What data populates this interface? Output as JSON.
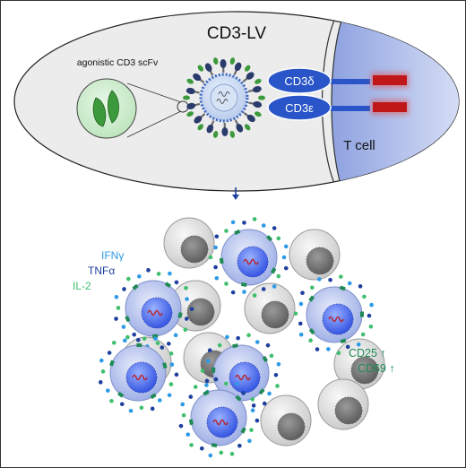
{
  "top_panel": {
    "title": "CD3-LV",
    "scfv_label": "agonistic CD3 scFv",
    "cd3_delta": "CD3δ",
    "cd3_epsilon": "CD3ε",
    "t_cell": "T cell"
  },
  "bottom_panel": {
    "legend": {
      "ifn": "IFNγ",
      "tnf": "TNFα",
      "il2": "IL-2"
    },
    "markers": {
      "cd25": "CD25 ↑",
      "cd69": "CD69 ↑"
    }
  },
  "colors": {
    "lv_fill": "#ececec",
    "tcell_blue": "#a9b8e6",
    "receptor_blue": "#2a55c8",
    "signal_red": "#c01818",
    "ifn_color": "#2e9ae6",
    "tnf_color": "#1d3f9e",
    "il2_color": "#3fbf6e",
    "marker_green": "#1f8a55",
    "resting_cell": "#d9d9d9",
    "activated_cell": "#b6c3f0",
    "scfv_green": "#3c9a3c"
  }
}
